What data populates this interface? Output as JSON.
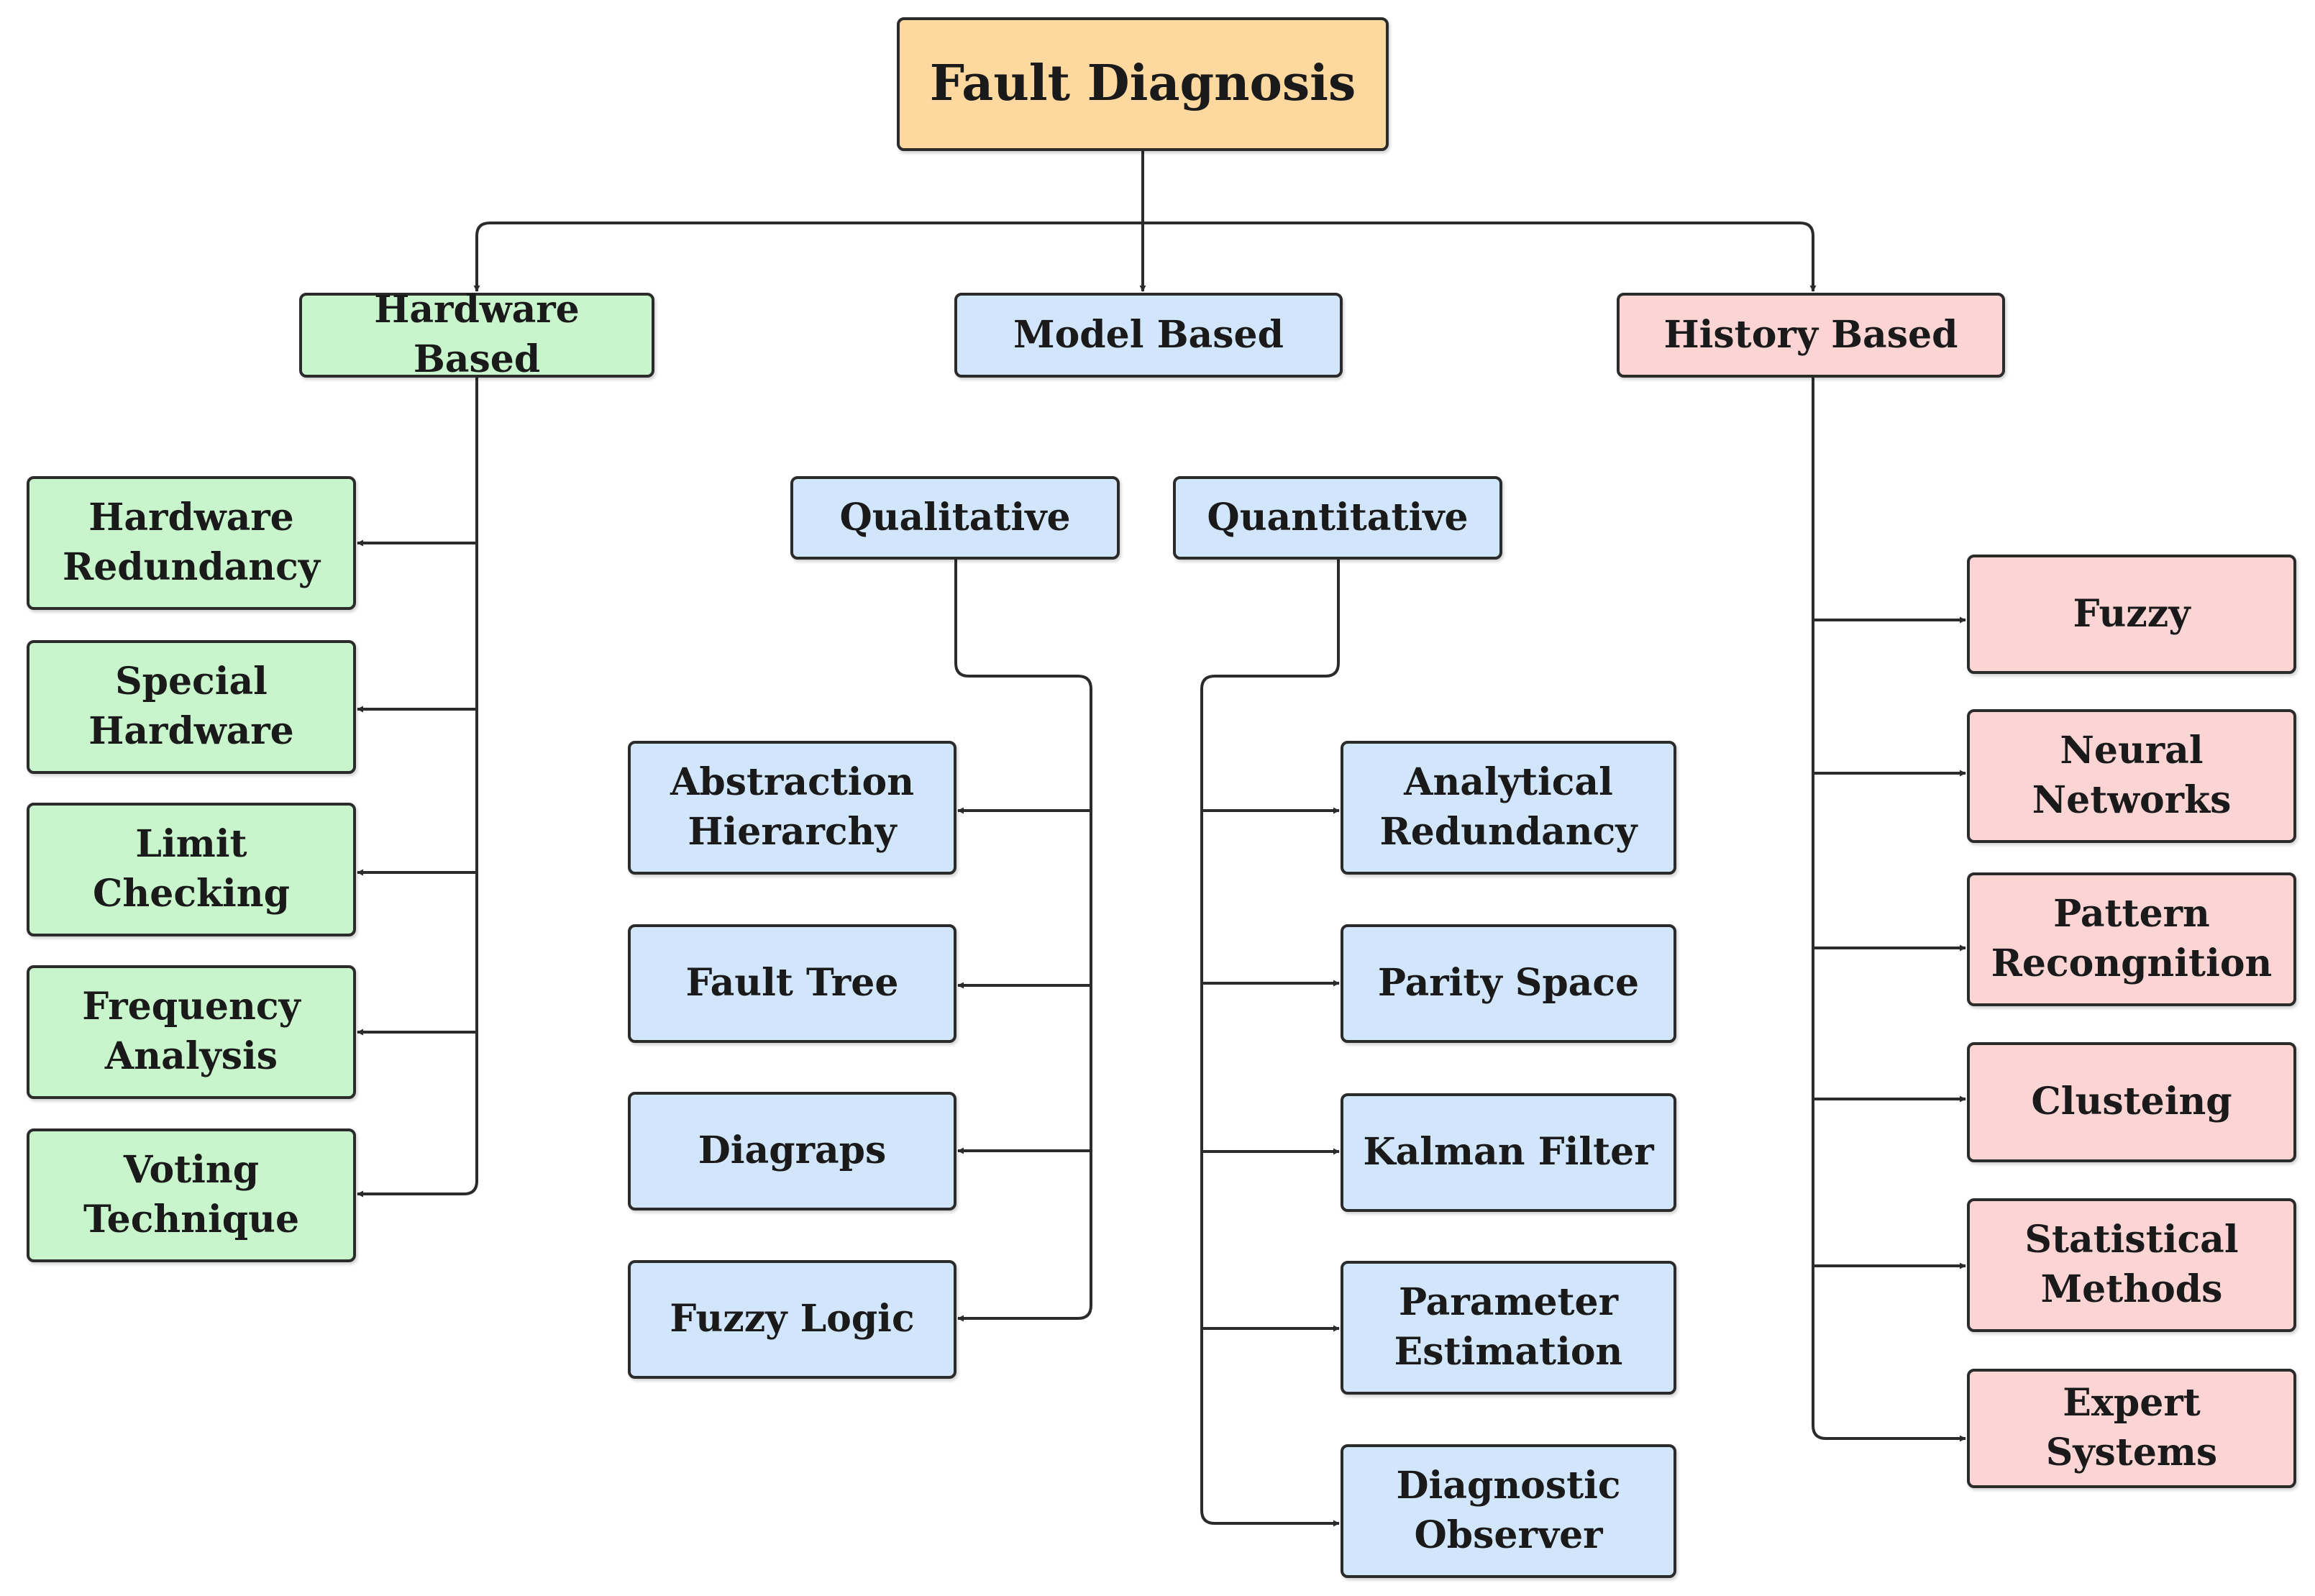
{
  "colors": {
    "root": "#fdd9a0",
    "hardware": "#c8f5cc",
    "model": "#d2e6fb",
    "history": "#fbd4d4",
    "line": "#2b2b2b"
  },
  "root": {
    "label": "Fault Diagnosis"
  },
  "hardware": {
    "title": "Hardware Based",
    "items": [
      "Hardware\nRedundancy",
      "Special\nHardware",
      "Limit\nChecking",
      "Frequency\nAnalysis",
      "Voting\nTechnique"
    ]
  },
  "model": {
    "title": "Model Based",
    "qualitative": {
      "title": "Qualitative",
      "items": [
        "Abstraction\nHierarchy",
        "Fault Tree",
        "Diagraps",
        "Fuzzy Logic"
      ]
    },
    "quantitative": {
      "title": "Quantitative",
      "items": [
        "Analytical\nRedundancy",
        "Parity Space",
        "Kalman Filter",
        "Parameter\nEstimation",
        "Diagnostic\nObserver"
      ]
    }
  },
  "history": {
    "title": "History Based",
    "items": [
      "Fuzzy",
      "Neural\nNetworks",
      "Pattern\nRecongnition",
      "Clusteing",
      "Statistical\nMethods",
      "Expert Systems"
    ]
  }
}
